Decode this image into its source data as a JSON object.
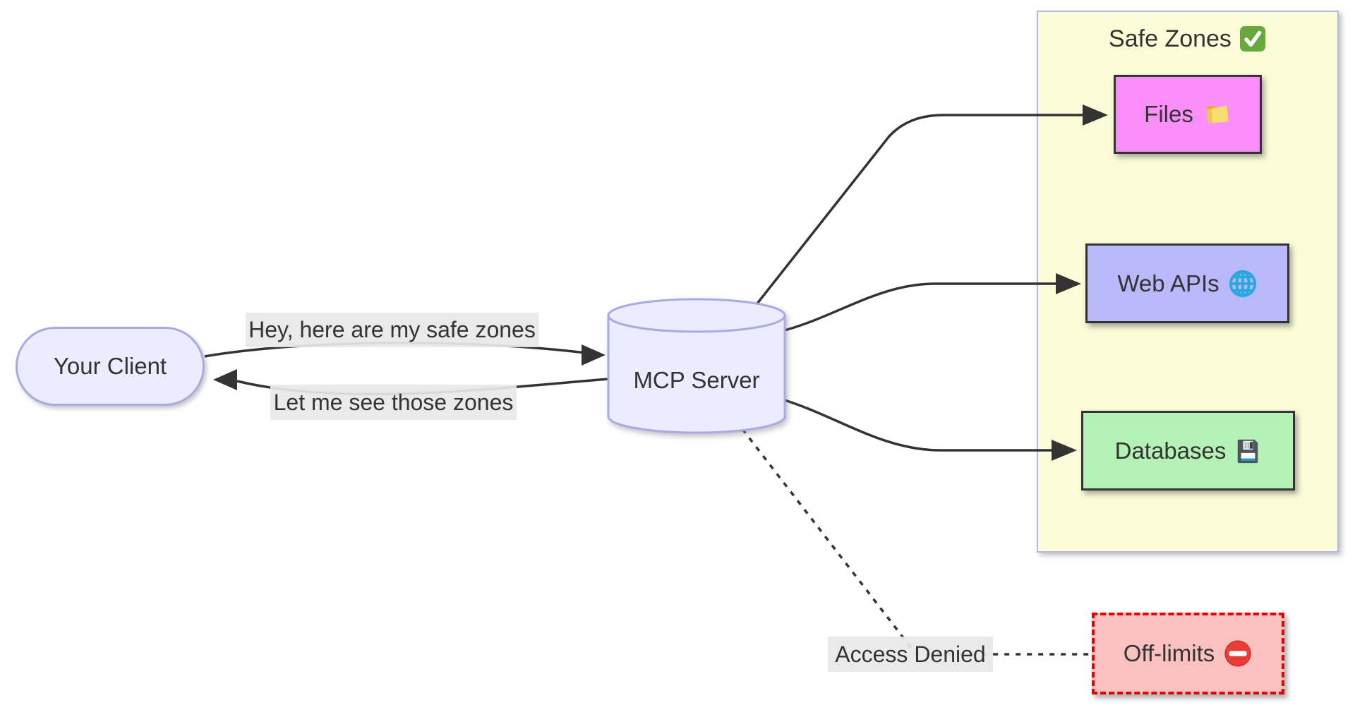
{
  "diagram_type": "flowchart",
  "client": {
    "label": "Your Client"
  },
  "server": {
    "label": "MCP Server"
  },
  "edges": {
    "request": {
      "label": "Hey, here are my safe zones",
      "from": "client",
      "to": "server",
      "style": "solid-arrow"
    },
    "response": {
      "label": "Let me see those zones",
      "from": "server",
      "to": "client",
      "style": "solid-arrow"
    },
    "denied": {
      "label": "Access Denied",
      "from": "server",
      "to": "off_limits",
      "style": "dotted"
    }
  },
  "safe_zones": {
    "title": "Safe Zones",
    "title_icon": "check-mark-button-icon",
    "fill": "#FCFCD8",
    "border": "#B6B6EA",
    "nodes": [
      {
        "label": "Files",
        "icon": "open-folder-icon",
        "fill": "#FA8FFA",
        "stroke": "#333333"
      },
      {
        "label": "Web APIs",
        "icon": "globe-icon",
        "fill": "#B9B9FA",
        "stroke": "#333333"
      },
      {
        "label": "Databases",
        "icon": "floppy-disk-icon",
        "fill": "#B4F1B4",
        "stroke": "#333333"
      }
    ]
  },
  "off_limits": {
    "label": "Off-limits",
    "icon": "no-entry-icon",
    "fill": "#FBC0C0",
    "border": "#E80000",
    "border_style": "dashed"
  },
  "colors": {
    "node_fill": "#ECECFF",
    "node_stroke": "#AAAAE3",
    "edge": "#333333",
    "edge_label_bg": "#E8E8E8",
    "text": "#333333",
    "canvas_bg": "#FFFFFF"
  }
}
